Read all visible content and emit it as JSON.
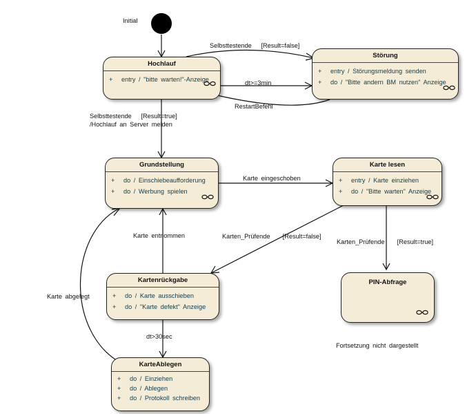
{
  "initial_label": "Initial",
  "states": {
    "hochlauf": {
      "name": "Hochlauf",
      "activities": [
        {
          "marker": "+",
          "text": "entry / \"bitte warten!\"-Anzeige"
        }
      ]
    },
    "stoerung": {
      "name": "Störung",
      "activities": [
        {
          "marker": "+",
          "text": "entry / Störungsmeldung senden"
        },
        {
          "marker": "+",
          "text": "do / \"Bitte andern BM nutzen\" Anzeige"
        }
      ]
    },
    "grundstellung": {
      "name": "Grundstellung",
      "activities": [
        {
          "marker": "+",
          "text": "do / Einschiebeaufforderung"
        },
        {
          "marker": "+",
          "text": "do / Werbung spielen"
        }
      ]
    },
    "karte_lesen": {
      "name": "Karte lesen",
      "activities": [
        {
          "marker": "+",
          "text": "entry / Karte einziehen"
        },
        {
          "marker": "+",
          "text": "do / \"Bitte warten\" Anzeige"
        }
      ]
    },
    "kartenrueckgabe": {
      "name": "Kartenrückgabe",
      "activities": [
        {
          "marker": "+",
          "text": "do / Karte ausschieben"
        },
        {
          "marker": "+",
          "text": "do / \"Karte defekt\" Anzeige"
        }
      ]
    },
    "pin_abfrage": {
      "name": "PIN-Abfrage",
      "activities": []
    },
    "karte_ablegen": {
      "name": "KarteAblegen",
      "activities": [
        {
          "marker": "+",
          "text": "do / Einziehen"
        },
        {
          "marker": "+",
          "text": "do / Ablegen"
        },
        {
          "marker": "+",
          "text": "do / Protokoll schreiben"
        }
      ]
    }
  },
  "transitions": {
    "selbsttest_false": "Selbsttestende   [Result=false]",
    "timeout_3min": "dt>=3min",
    "restart": "RestartBefehl",
    "selbsttest_true": "Selbsttestende   [Result=true]\n/Hochlauf an Server melden",
    "karte_eingeschoben": "Karte eingeschoben",
    "pruefung_false": "Karten_Prüfende    [Result=false]",
    "pruefung_true": "Karten_Prüfende    [Result=true]",
    "karte_entnommen": "Karte entnommen",
    "timeout_30sec": "dt>30sec",
    "karte_abgelegt": "Karte abgelegt"
  },
  "note": "Fortsetzung nicht dargestellt"
}
